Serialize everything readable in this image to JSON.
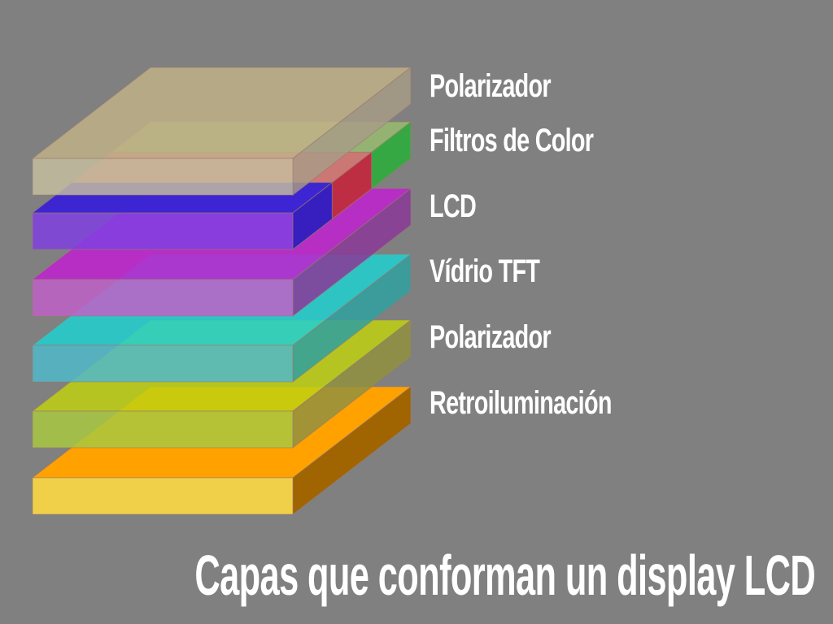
{
  "title": "Capas que conforman un display LCD",
  "layers": [
    {
      "label": "Polarizador",
      "top": "#c2b288",
      "front": "#c6c0a0",
      "side": "#a89c86"
    },
    {
      "label": "Filtros de Color",
      "stripes": [
        "#a0d060",
        "#e08a60",
        "#3a2ad0"
      ],
      "side_stripes": [
        "#30c030",
        "#d03030",
        "#3020c0"
      ]
    },
    {
      "label": "LCD",
      "top": "#4a00ee",
      "front": "#8040e0",
      "side": "#5018b8"
    },
    {
      "label": "Vídrio TFT",
      "top": "#c020d0",
      "front": "#c060c8",
      "side": "#8a3898"
    },
    {
      "label": "Polarizador",
      "top": "#20d0d0",
      "front": "#50b8c8",
      "side": "#30a0a0"
    },
    {
      "label": "Retroiluminación",
      "top": "#c0d010",
      "front": "#a8c840",
      "side": "#909040"
    },
    {
      "label": "",
      "top": "#ffa200",
      "front": "#f0d048",
      "side": "#a06400"
    }
  ]
}
